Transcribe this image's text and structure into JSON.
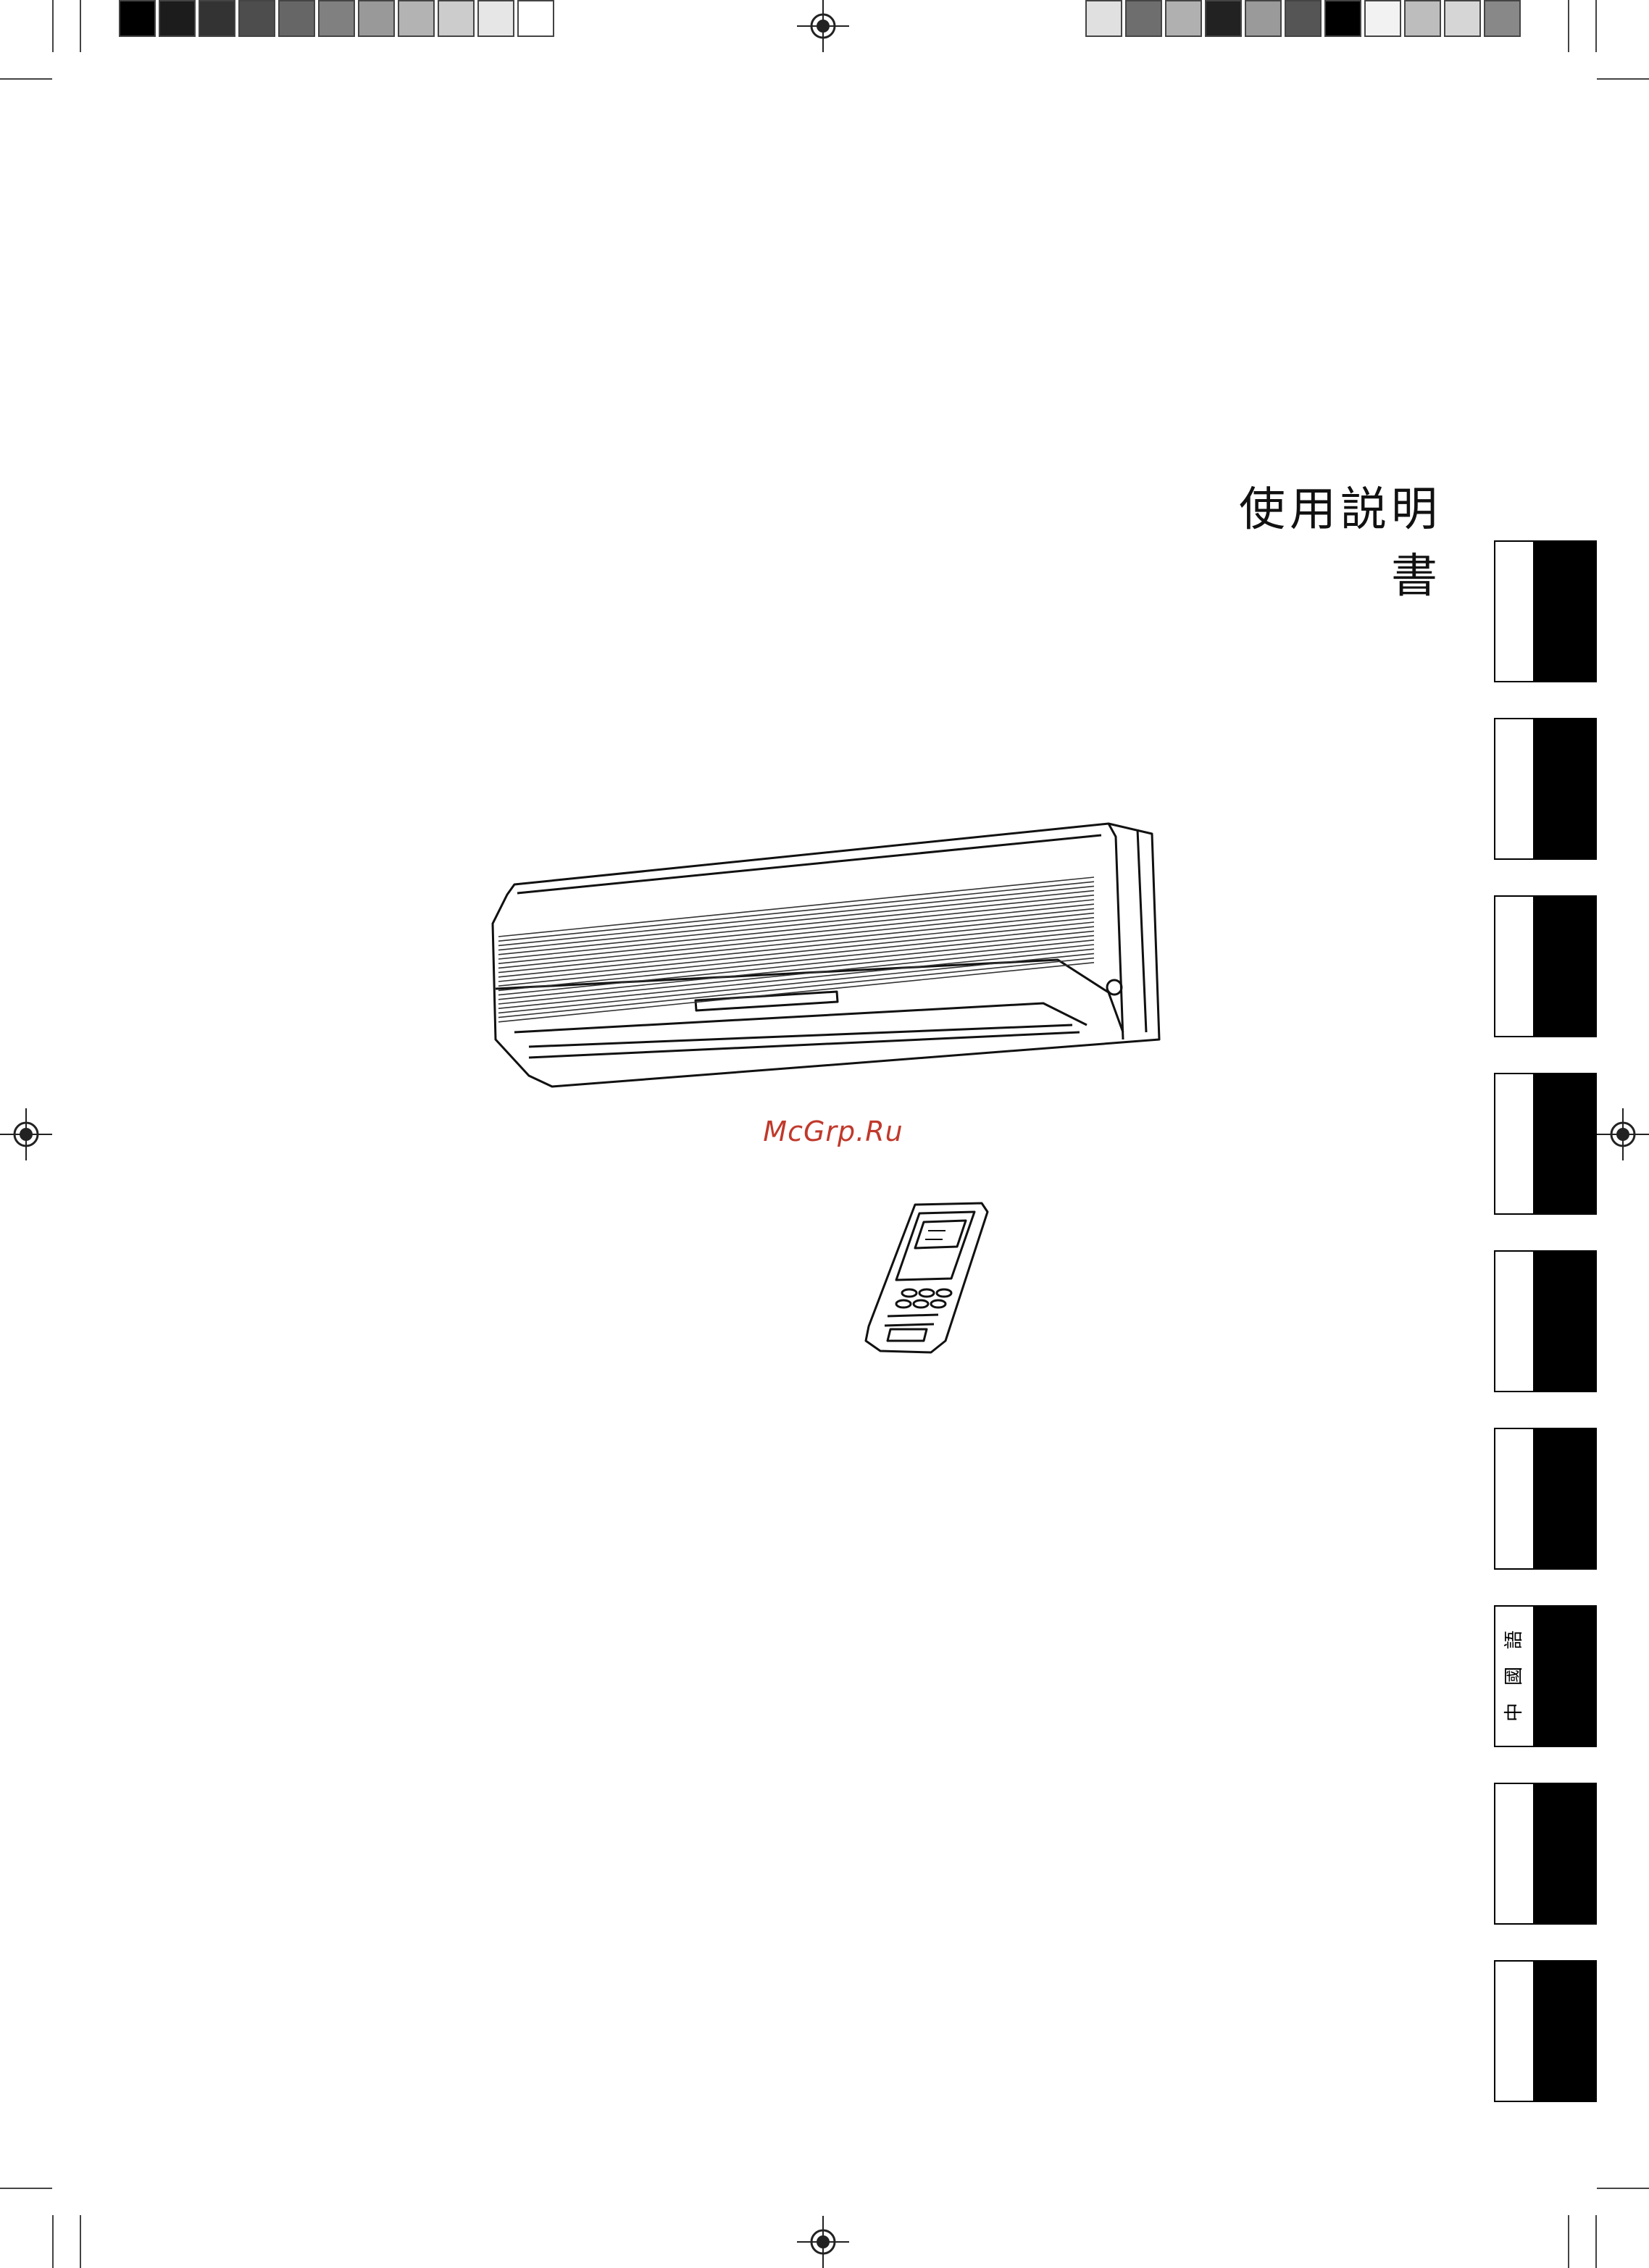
{
  "document": {
    "title": "使用説明書",
    "watermark": "McGrp.Ru"
  },
  "print_marks": {
    "left_swatches": [
      "#000000",
      "#1c1c1c",
      "#333333",
      "#4d4d4d",
      "#666666",
      "#808080",
      "#999999",
      "#b3b3b3",
      "#cccccc",
      "#e6e6e6",
      "#ffffff"
    ],
    "right_swatches": [
      "#e0e0e0",
      "#6e6e6e",
      "#b0b0b0",
      "#222222",
      "#9a9a9a",
      "#555555",
      "#000000",
      "#f2f2f2",
      "#bdbdbd",
      "#d6d6d6",
      "#888888"
    ]
  },
  "language_tabs": [
    {
      "chars": []
    },
    {
      "chars": []
    },
    {
      "chars": []
    },
    {
      "chars": []
    },
    {
      "chars": []
    },
    {
      "chars": []
    },
    {
      "chars": [
        "中",
        "國",
        "語"
      ],
      "active": true
    },
    {
      "chars": []
    },
    {
      "chars": []
    }
  ],
  "illustrations": {
    "indoor_unit": "air-conditioner-indoor-unit",
    "remote": "remote-controller"
  }
}
